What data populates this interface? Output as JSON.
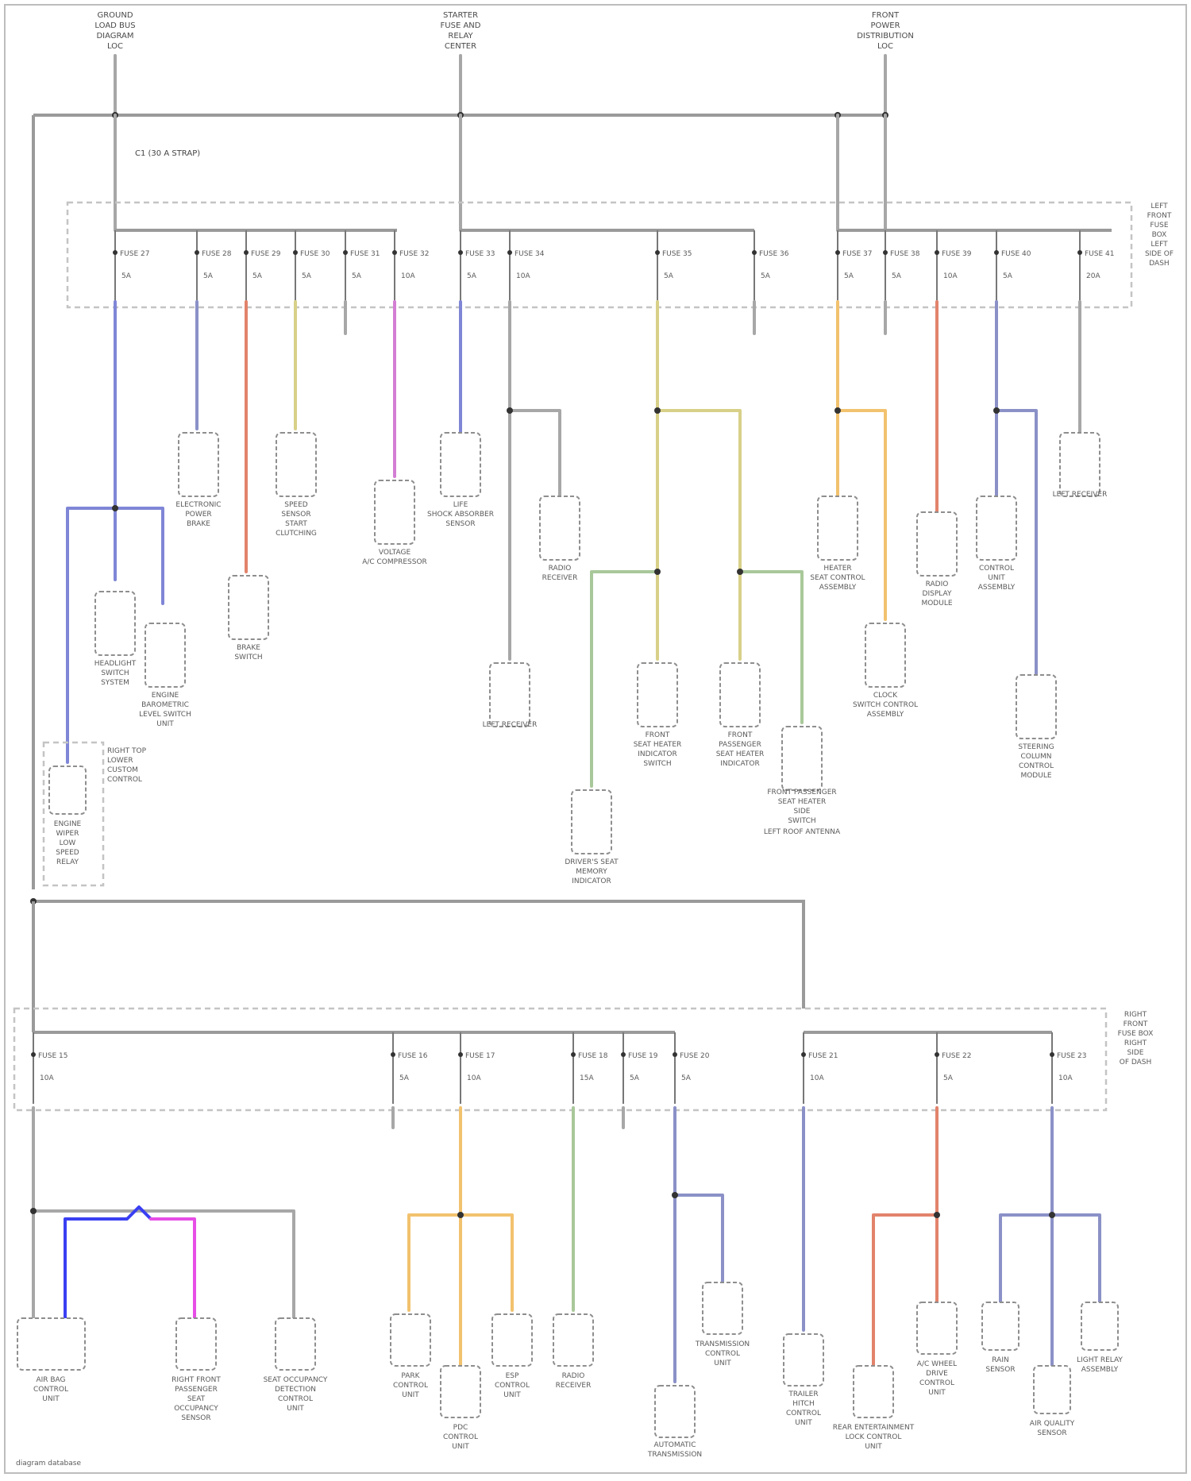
{
  "source_labels": {
    "left": [
      "GROUND",
      "LOAD BUS",
      "DIAGRAM",
      "LOC"
    ],
    "center": [
      "STARTER",
      "FUSE AND",
      "RELAY",
      "CENTER"
    ],
    "right": [
      "FRONT",
      "POWER",
      "DISTRIBUTION",
      "LOC"
    ]
  },
  "top_note": "C1 (30 A STRAP)",
  "fuse_box_top_label": [
    "LEFT",
    "FRONT",
    "FUSE",
    "BOX",
    "LEFT",
    "SIDE OF",
    "DASH"
  ],
  "fuse_box_bottom_label": [
    "RIGHT",
    "FRONT",
    "FUSE BOX",
    "RIGHT",
    "SIDE",
    "OF DASH"
  ],
  "fuses_top": [
    {
      "label": "FUSE 27",
      "amps": "5A"
    },
    {
      "label": "FUSE 28",
      "amps": "5A"
    },
    {
      "label": "FUSE 29",
      "amps": "5A"
    },
    {
      "label": "FUSE 30",
      "amps": "5A"
    },
    {
      "label": "FUSE 31",
      "amps": "5A"
    },
    {
      "label": "FUSE 32",
      "amps": "10A"
    },
    {
      "label": "FUSE 33",
      "amps": "5A"
    },
    {
      "label": "FUSE 34",
      "amps": "10A"
    },
    {
      "label": "FUSE 35",
      "amps": "5A"
    },
    {
      "label": "FUSE 36",
      "amps": "5A"
    },
    {
      "label": "FUSE 37",
      "amps": "5A"
    },
    {
      "label": "FUSE 38",
      "amps": "5A"
    },
    {
      "label": "FUSE 39",
      "amps": "10A"
    },
    {
      "label": "FUSE 40",
      "amps": "5A"
    },
    {
      "label": "FUSE 41",
      "amps": "20A"
    }
  ],
  "fuses_bottom": [
    {
      "label": "FUSE 15",
      "amps": "10A"
    },
    {
      "label": "FUSE 16",
      "amps": "5A"
    },
    {
      "label": "FUSE 17",
      "amps": "10A"
    },
    {
      "label": "FUSE 18",
      "amps": "15A"
    },
    {
      "label": "FUSE 19",
      "amps": "5A"
    },
    {
      "label": "FUSE 20",
      "amps": "5A"
    },
    {
      "label": "FUSE 21",
      "amps": "10A"
    },
    {
      "label": "FUSE 22",
      "amps": "5A"
    },
    {
      "label": "FUSE 23",
      "amps": "10A"
    }
  ],
  "components_top": [
    {
      "name": [
        "HEADLIGHT",
        "SWITCH",
        "SYSTEM"
      ]
    },
    {
      "name": [
        "ENGINE",
        "BAROMETRIC",
        "LEVEL SWITCH",
        "UNIT"
      ]
    },
    {
      "name": [
        "ELECTRONIC",
        "POWER",
        "BRAKE"
      ]
    },
    {
      "name": [
        "BRAKE",
        "SWITCH"
      ]
    },
    {
      "name": [
        "SPEED",
        "SENSOR",
        "START",
        "CLUTCHING"
      ]
    },
    {
      "name": [
        "VOLTAGE",
        "A/C COMPRESSOR"
      ]
    },
    {
      "name": [
        "LIFE",
        "SHOCK ABSORBER",
        "SENSOR"
      ]
    },
    {
      "name": [
        "RADIO",
        "RECEIVER"
      ]
    },
    {
      "name": [
        "LEFT ROOF ANTENNA"
      ]
    },
    {
      "name": [
        "FRONT",
        "SEAT HEATER",
        "INDICATOR",
        "SWITCH"
      ]
    },
    {
      "name": [
        "FRONT",
        "PASSENGER",
        "SEAT HEATER",
        "INDICATOR",
        "SWITCH"
      ]
    },
    {
      "name": [
        "DRIVER'S SEAT",
        "MEMORY",
        "INDICATOR"
      ]
    },
    {
      "name": [
        "FRONT PASSENGER",
        "SEAT HEATER",
        "SIDE",
        "SWITCH"
      ]
    },
    {
      "name": [
        "HEATER",
        "SEAT CONTROL",
        "ASSEMBLY"
      ]
    },
    {
      "name": [
        "CLOCK",
        "SWITCH CONTROL",
        "ASSEMBLY"
      ]
    },
    {
      "name": [
        "RADIO",
        "DISPLAY",
        "MODULE"
      ]
    },
    {
      "name": [
        "CONTROL",
        "UNIT",
        "ASSEMBLY"
      ]
    },
    {
      "name": [
        "STEERING",
        "COLUMN",
        "CONTROL",
        "MODULE"
      ]
    },
    {
      "name": [
        "LEFT RECEIVER"
      ]
    },
    {
      "name": [
        "LEFT RECEIVER"
      ]
    }
  ],
  "relay_box": {
    "label": [
      "RIGHT TOP",
      "LOWER",
      "CUSTOM",
      "CONTROL"
    ],
    "relay": [
      "ENGINE",
      "WIPER",
      "LOW",
      "SPEED",
      "RELAY"
    ]
  },
  "components_bottom": [
    {
      "name": [
        "AIR BAG",
        "CONTROL",
        "UNIT"
      ]
    },
    {
      "name": [
        "RIGHT FRONT",
        "PASSENGER",
        "SEAT",
        "OCCUPANCY",
        "SENSOR"
      ]
    },
    {
      "name": [
        "SEAT OCCUPANCY",
        "DETECTION",
        "CONTROL",
        "UNIT"
      ]
    },
    {
      "name": [
        "PARK",
        "CONTROL",
        "UNIT"
      ]
    },
    {
      "name": [
        "PDC",
        "CONTROL",
        "UNIT"
      ]
    },
    {
      "name": [
        "ESP",
        "CONTROL",
        "UNIT"
      ]
    },
    {
      "name": [
        "RADIO",
        "RECEIVER"
      ]
    },
    {
      "name": [
        "TRANSMISSION",
        "CONTROL",
        "UNIT"
      ]
    },
    {
      "name": [
        "AUTOMATIC",
        "TRANSMISSION"
      ]
    },
    {
      "name": [
        "TRAILER",
        "HITCH",
        "CONTROL",
        "UNIT"
      ]
    },
    {
      "name": [
        "REAR ENTERTAINMENT",
        "LOCK CONTROL",
        "UNIT"
      ]
    },
    {
      "name": [
        "A/C WHEEL",
        "DRIVE",
        "CONTROL",
        "UNIT"
      ]
    },
    {
      "name": [
        "RAIN",
        "SENSOR"
      ]
    },
    {
      "name": [
        "LIGHT RELAY",
        "ASSEMBLY"
      ]
    },
    {
      "name": [
        "AIR QUALITY",
        "SENSOR"
      ]
    }
  ],
  "colors": {
    "gray": "#a7a7a7",
    "blue": "#7f86d6",
    "red": "#e2836b",
    "yellow": "#d8d088",
    "magenta": "#d47ed4",
    "orange": "#f2c26e",
    "green": "#a9c89a",
    "gray_blue": "#8b91c7",
    "bright_blue": "#3a3ff2",
    "bright_magenta": "#e64ee6"
  },
  "footer": "diagram database"
}
